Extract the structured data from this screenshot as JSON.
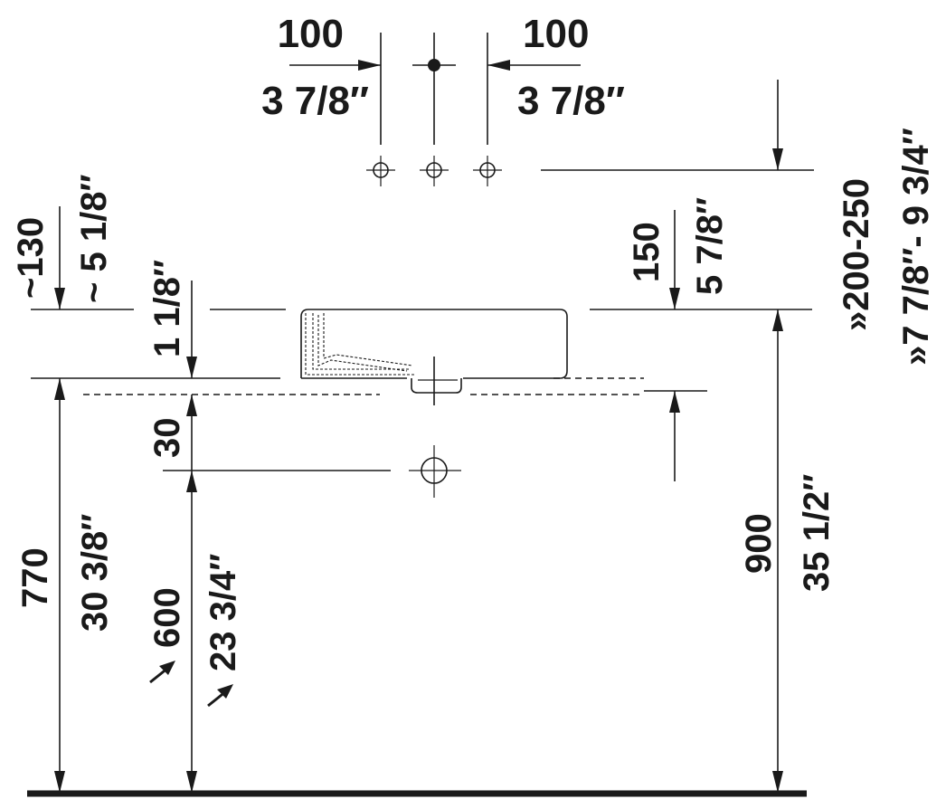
{
  "dimensions": {
    "top_left_mm": "100",
    "top_left_in": "3 7/8″",
    "top_right_mm": "100",
    "top_right_in": "3 7/8″",
    "left_overhang_mm": "~130",
    "left_overhang_in": "~ 5 1/8″",
    "rim_mm": "1 1/8″",
    "gap_mm": "30",
    "height_770_mm": "770",
    "height_770_in": "30 3/8″",
    "height_600_mm": "600",
    "height_600_in": "23 3/4″",
    "right_150_mm": "150",
    "right_150_in": "5 7/8″",
    "right_range_mm": "»200-250",
    "right_range_in": "»7 7/8″- 9 3/4″",
    "height_900_mm": "900",
    "height_900_in": "35 1/2″"
  }
}
